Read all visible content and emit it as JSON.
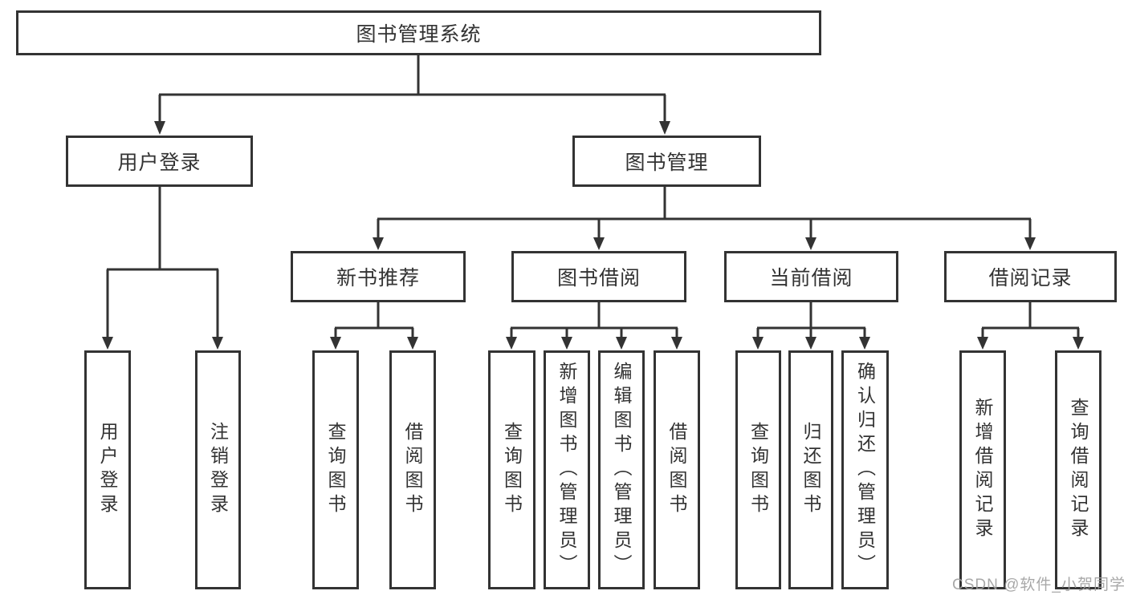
{
  "diagram": {
    "root": {
      "label": "图书管理系统"
    },
    "branches": [
      {
        "label": "用户登录",
        "children": [
          {
            "label": "用户登录"
          },
          {
            "label": "注销登录"
          }
        ]
      },
      {
        "label": "图书管理",
        "children": [
          {
            "label": "新书推荐",
            "children": [
              {
                "label": "查询图书"
              },
              {
                "label": "借阅图书"
              }
            ]
          },
          {
            "label": "图书借阅",
            "children": [
              {
                "label": "查询图书"
              },
              {
                "label": "新增图书（管理员）"
              },
              {
                "label": "编辑图书（管理员）"
              },
              {
                "label": "借阅图书"
              }
            ]
          },
          {
            "label": "当前借阅",
            "children": [
              {
                "label": "查询图书"
              },
              {
                "label": "归还图书"
              },
              {
                "label": "确认归还（管理员）"
              }
            ]
          },
          {
            "label": "借阅记录",
            "children": [
              {
                "label": "新增借阅记录"
              },
              {
                "label": "查询借阅记录"
              }
            ]
          }
        ]
      }
    ]
  },
  "watermark": {
    "text": "CSDN @软件_小贺同学"
  },
  "colors": {
    "line": "#333333",
    "text": "#333333",
    "watermark": "#9e9e9e",
    "background": "#ffffff"
  }
}
